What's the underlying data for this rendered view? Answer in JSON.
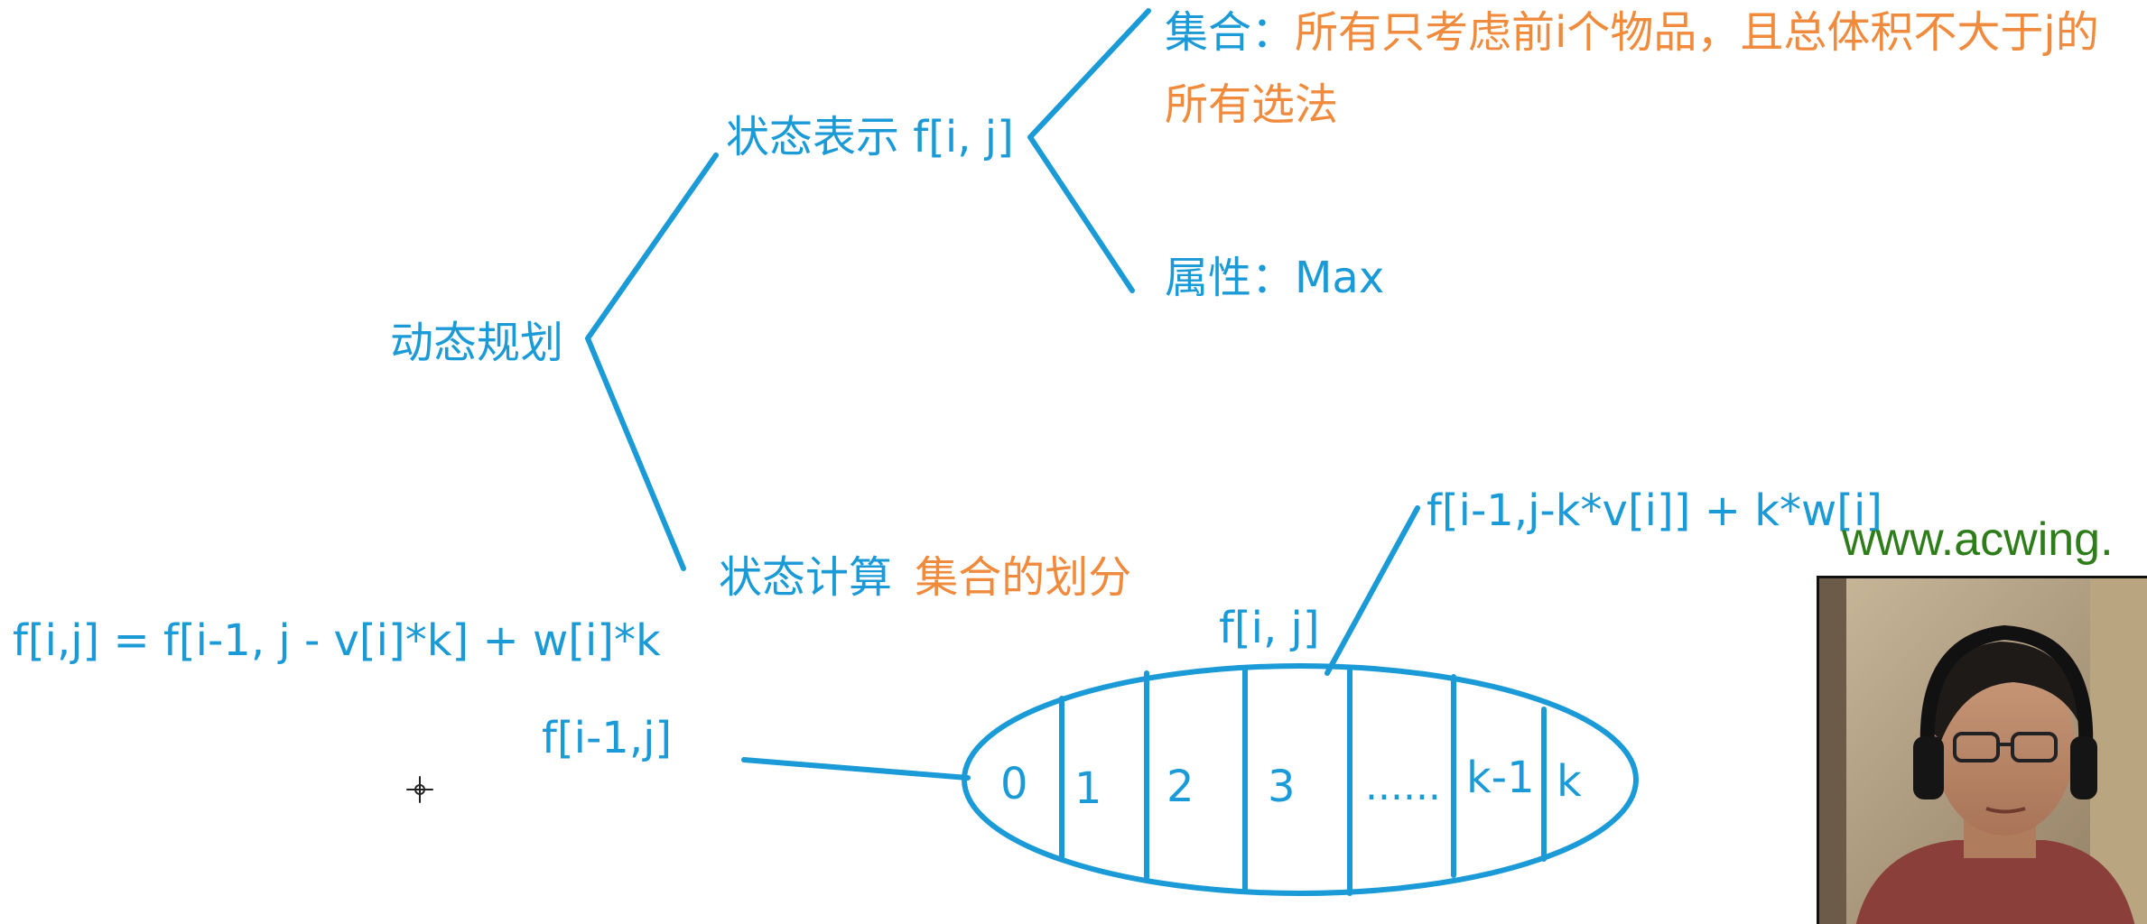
{
  "root": {
    "label": "动态规划"
  },
  "state_repr": {
    "label": "状态表示 f[i, j]",
    "set_prefix": "集合：",
    "set_text_line1": "所有只考虑前i个物品，且总体积不大于j的",
    "set_text_line2": "所有选法",
    "attr_prefix": "属性：",
    "attr_value": "Max"
  },
  "state_calc": {
    "label": "状态计算",
    "partition_label": "集合的划分"
  },
  "formula": "f[i,j] = f[i-1, j - v[i]*k] + w[i]*k",
  "labels": {
    "left_subset": "f[i-1,j]",
    "top_subset": "f[i, j]",
    "right_expr": "f[i-1,j-k*v[i]] + k*w[i]"
  },
  "partition_cells": [
    "0",
    "1",
    "2",
    "3",
    "......",
    "k-1",
    "k"
  ],
  "watermark": "www.acwing.",
  "colors": {
    "blue": "#1a9ad6",
    "orange": "#f08a3c",
    "green": "#2e7d1a"
  }
}
